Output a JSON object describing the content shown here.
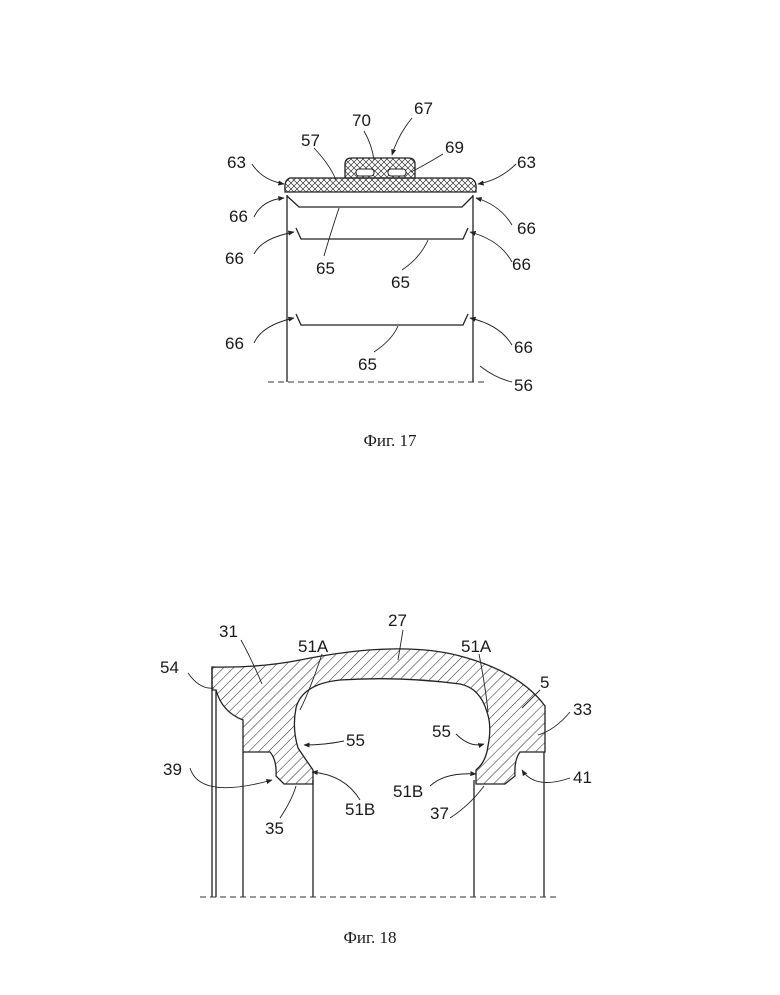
{
  "figures": [
    {
      "caption": "Фиг. 17",
      "labels": {
        "l70": "70",
        "l67": "67",
        "l57": "57",
        "l69": "69",
        "l63a": "63",
        "l63b": "63",
        "l66a": "66",
        "l66b": "66",
        "l66c": "66",
        "l66d": "66",
        "l66e": "66",
        "l66f": "66",
        "l65a": "65",
        "l65b": "65",
        "l65c": "65",
        "l56": "56"
      }
    },
    {
      "caption": "Фиг. 18",
      "labels": {
        "l27": "27",
        "l31": "31",
        "l51a1": "51A",
        "l51a2": "51A",
        "l5": "5",
        "l54": "54",
        "l33": "33",
        "l55a": "55",
        "l55b": "55",
        "l39": "39",
        "l41": "41",
        "l51b1": "51B",
        "l51b2": "51B",
        "l35": "35",
        "l37": "37"
      }
    }
  ]
}
